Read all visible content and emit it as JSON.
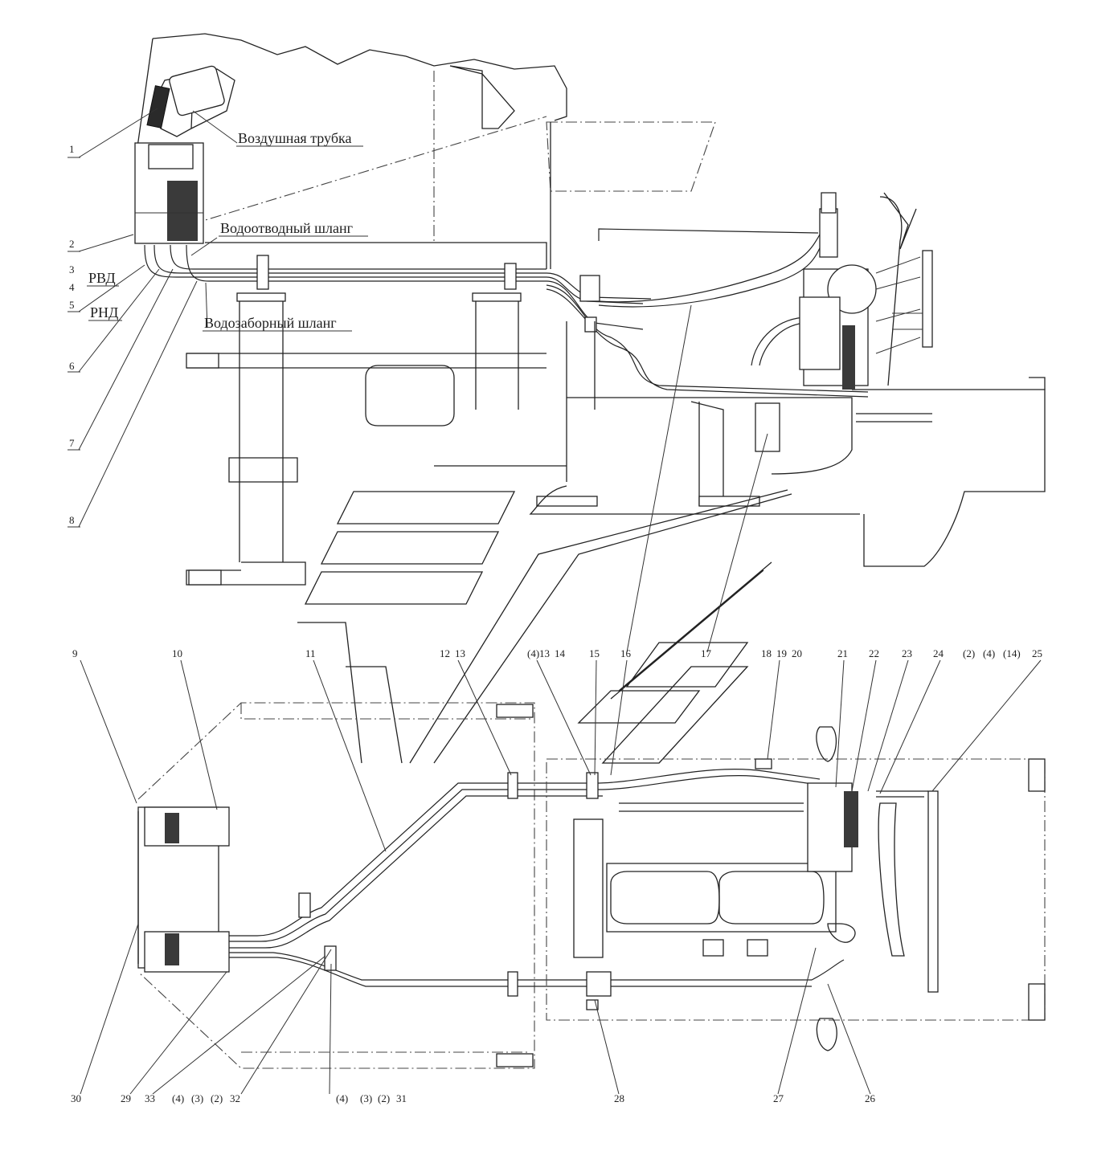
{
  "upper_view": {
    "text_labels": [
      {
        "id": "air-tube",
        "text": "Воздушная трубка"
      },
      {
        "id": "drain-hose",
        "text": "Водоотводный шланг"
      },
      {
        "id": "intake-hose",
        "text": "Водозаборный шланг"
      },
      {
        "id": "rvd",
        "text": "РВД"
      },
      {
        "id": "rnd",
        "text": "РНД"
      }
    ],
    "callouts": [
      "1",
      "2",
      "3",
      "4",
      "5",
      "6",
      "7",
      "8"
    ]
  },
  "lower_view": {
    "callouts_top": [
      "9",
      "10",
      "11",
      "12",
      "13",
      "(4)",
      "13",
      "14",
      "15",
      "16",
      "17",
      "18",
      "19",
      "20",
      "21",
      "22",
      "23",
      "24",
      "(2)",
      "(4)",
      "(14)",
      "25"
    ],
    "callouts_bottom": [
      "30",
      "29",
      "33",
      "(4)",
      "(3)",
      "(2)",
      "32",
      "(4)",
      "(3)",
      "(2)",
      "31",
      "28",
      "27",
      "26"
    ]
  }
}
